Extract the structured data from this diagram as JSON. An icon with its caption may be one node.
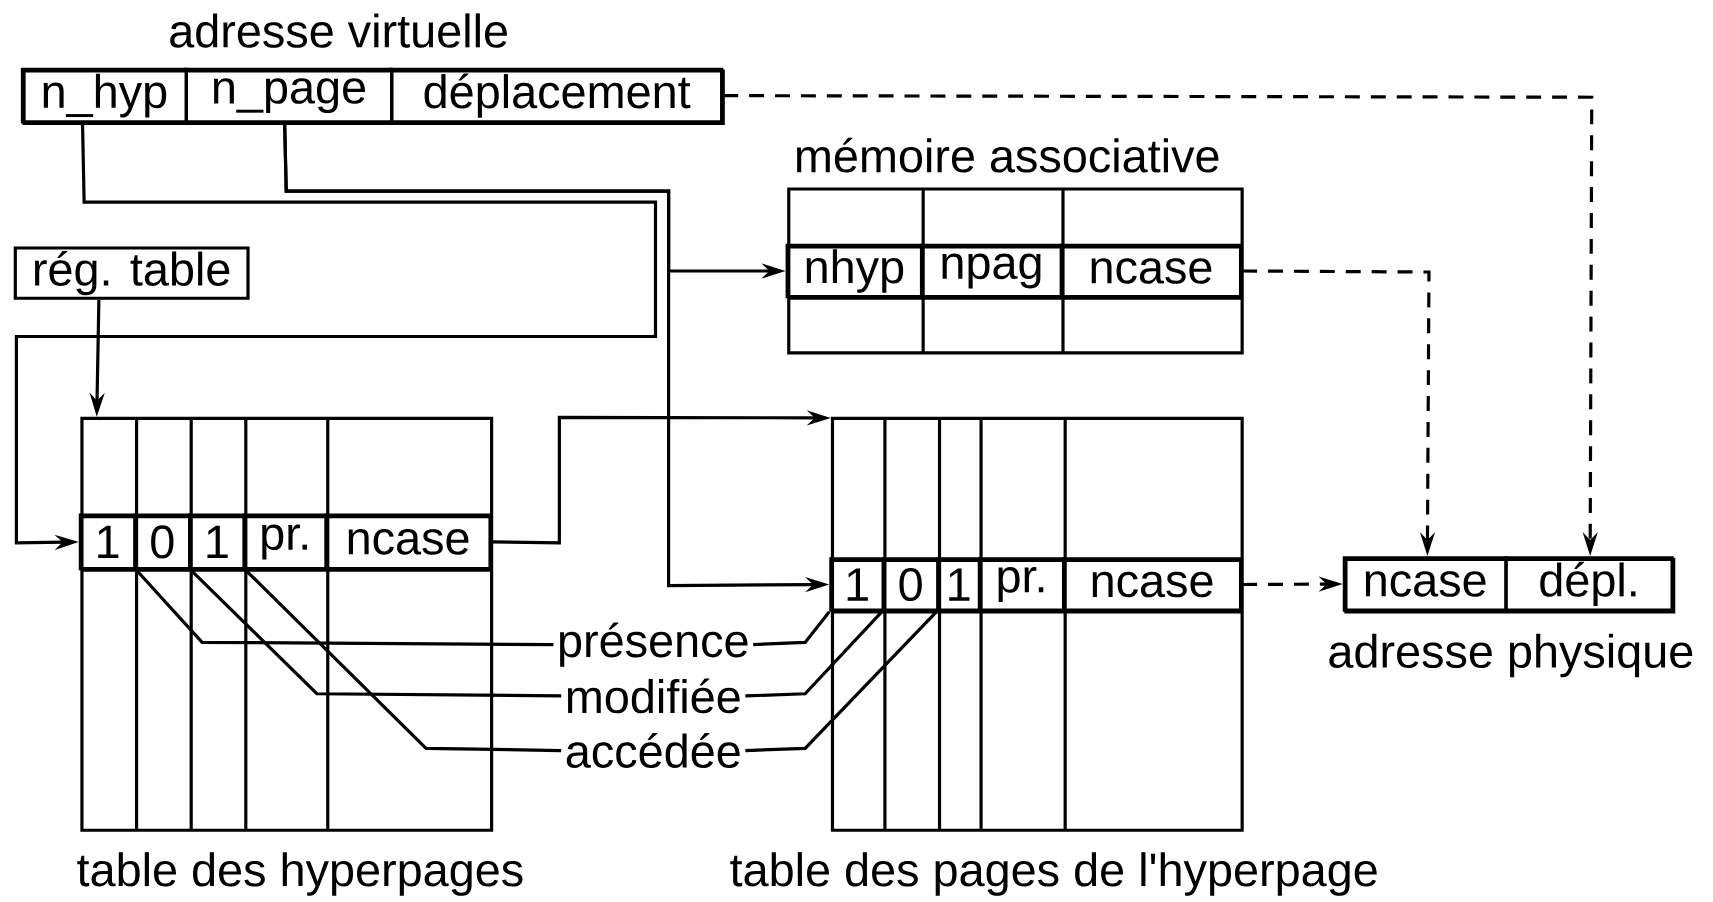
{
  "diagram": {
    "nodes": [
      {
        "text": [
          "adresse virtuelle"
        ]
      },
      {
        "text": [
          "n_hyp"
        ],
        "in": 0
      },
      {
        "text": [
          "n_page"
        ],
        "in": 0
      },
      {
        "text": [
          "déplacement"
        ],
        "in": 0
      },
      {
        "text": [
          "mémoire associative"
        ]
      },
      {
        "text": [
          "nhyp"
        ],
        "in": 4
      },
      {
        "text": [
          "npag"
        ],
        "in": 4
      },
      {
        "text": [
          "ncase"
        ],
        "in": 4
      },
      {
        "text": [
          "rég. table"
        ]
      },
      {
        "text": [
          "table des hyperpages"
        ]
      },
      {
        "text": [
          "1"
        ],
        "in": 9
      },
      {
        "text": [
          "0"
        ],
        "in": 9
      },
      {
        "text": [
          "1"
        ],
        "in": 9
      },
      {
        "text": [
          "pr."
        ],
        "in": 9
      },
      {
        "text": [
          "ncase"
        ],
        "in": 9
      },
      {
        "text": [
          "table des pages de l'hyperpage"
        ]
      },
      {
        "text": [
          "1"
        ],
        "in": 15
      },
      {
        "text": [
          "0"
        ],
        "in": 15
      },
      {
        "text": [
          "1"
        ],
        "in": 15
      },
      {
        "text": [
          "pr."
        ],
        "in": 15
      },
      {
        "text": [
          "ncase"
        ],
        "in": 15
      },
      {
        "text": [
          "adresse physique"
        ]
      },
      {
        "text": [
          "ncase"
        ],
        "in": 21
      },
      {
        "text": [
          "dépl."
        ],
        "in": 21
      },
      {
        "text": [
          "présence"
        ]
      },
      {
        "text": [
          "modifiée"
        ]
      },
      {
        "text": [
          "accédée"
        ]
      }
    ],
    "edges": [
      {
        "from": 1,
        "to": 10,
        "arrow": "to"
      },
      {
        "from": 2,
        "to": 5,
        "arrow": "to"
      },
      {
        "from": 2,
        "to": 16,
        "arrow": "to"
      },
      {
        "from": 8,
        "to": 9,
        "arrow": "to"
      },
      {
        "from": 14,
        "to": 15,
        "arrow": "to"
      },
      {
        "from": 7,
        "to": 22,
        "arrow": "to",
        "style": "dashed"
      },
      {
        "from": 3,
        "to": 23,
        "arrow": "to",
        "style": "dashed"
      },
      {
        "from": 20,
        "to": 22,
        "arrow": "to",
        "style": "dashed"
      },
      {
        "from": 24,
        "to": 10,
        "arrow": "none"
      },
      {
        "from": 24,
        "to": 16,
        "arrow": "none"
      },
      {
        "from": 25,
        "to": 11,
        "arrow": "none"
      },
      {
        "from": 25,
        "to": 17,
        "arrow": "none"
      },
      {
        "from": 26,
        "to": 12,
        "arrow": "none"
      },
      {
        "from": 26,
        "to": 18,
        "arrow": "none"
      }
    ]
  }
}
